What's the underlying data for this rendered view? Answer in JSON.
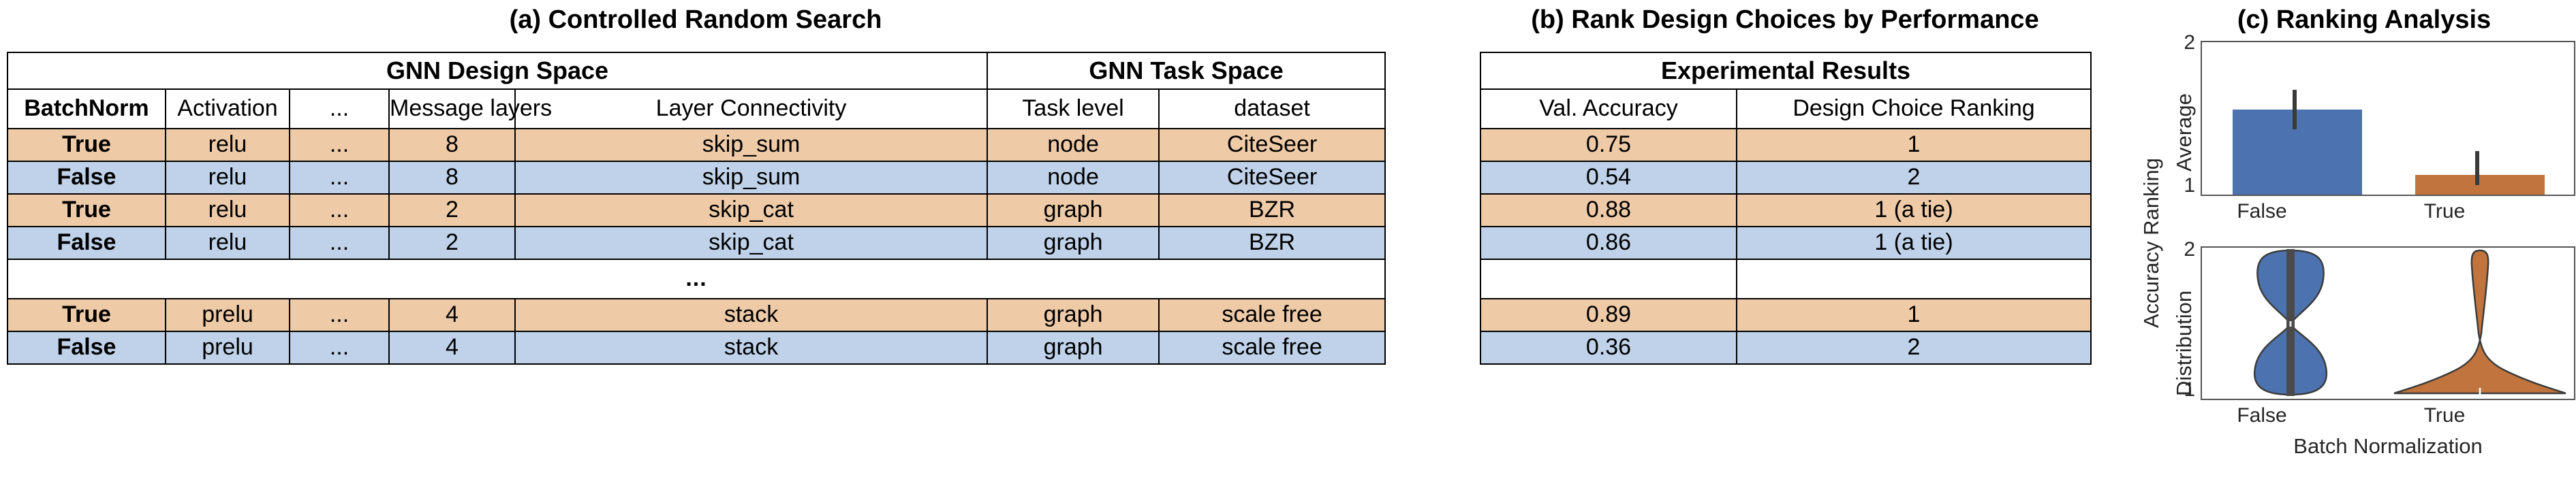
{
  "panels": {
    "a": {
      "title": "(a) Controlled Random Search",
      "group_headers": [
        {
          "label": "GNN Design Space",
          "span": 5
        },
        {
          "label": "GNN Task Space",
          "span": 2
        }
      ],
      "columns": [
        "BatchNorm",
        "Activation",
        "...",
        "Message layers",
        "Layer Connectivity",
        "Task level",
        "dataset"
      ],
      "ellipsis": "...",
      "rows": [
        {
          "style": "orange",
          "cells": [
            "True",
            "relu",
            "...",
            "8",
            "skip_sum",
            "node",
            "CiteSeer"
          ]
        },
        {
          "style": "blue",
          "cells": [
            "False",
            "relu",
            "...",
            "8",
            "skip_sum",
            "node",
            "CiteSeer"
          ]
        },
        {
          "style": "orange",
          "cells": [
            "True",
            "relu",
            "...",
            "2",
            "skip_cat",
            "graph",
            "BZR"
          ]
        },
        {
          "style": "blue",
          "cells": [
            "False",
            "relu",
            "...",
            "2",
            "skip_cat",
            "graph",
            "BZR"
          ]
        },
        {
          "style": "ellipsis",
          "cells": [
            "..."
          ]
        },
        {
          "style": "orange",
          "cells": [
            "True",
            "prelu",
            "...",
            "4",
            "stack",
            "graph",
            "scale free"
          ]
        },
        {
          "style": "blue",
          "cells": [
            "False",
            "prelu",
            "...",
            "4",
            "stack",
            "graph",
            "scale free"
          ]
        }
      ]
    },
    "b": {
      "title": "(b) Rank Design Choices by Performance",
      "group_header": "Experimental Results",
      "columns": [
        "Val. Accuracy",
        "Design Choice Ranking"
      ],
      "rows": [
        {
          "style": "orange",
          "cells": [
            "0.75",
            "1"
          ]
        },
        {
          "style": "blue",
          "cells": [
            "0.54",
            "2"
          ]
        },
        {
          "style": "orange",
          "cells": [
            "0.88",
            "1 (a tie)"
          ]
        },
        {
          "style": "blue",
          "cells": [
            "0.86",
            "1 (a tie)"
          ]
        },
        {
          "style": "empty",
          "cells": [
            "",
            ""
          ]
        },
        {
          "style": "orange",
          "cells": [
            "0.89",
            "1"
          ]
        },
        {
          "style": "blue",
          "cells": [
            "0.36",
            "2"
          ]
        }
      ]
    },
    "c": {
      "title": "(c) Ranking Analysis"
    }
  },
  "chart_data": [
    {
      "type": "bar",
      "id": "ranking-average",
      "title": "",
      "ylabel": "Ranking Average",
      "xlabel": "",
      "categories": [
        "False",
        "True"
      ],
      "values": [
        1.55,
        1.13
      ],
      "errors": [
        0.12,
        0.08
      ],
      "ylim": [
        1,
        2
      ],
      "yticks": [
        1,
        2
      ],
      "ytick_labels": [
        "1",
        "2"
      ],
      "grid": false,
      "legend": "none",
      "colors": [
        "#4c72b0",
        "#c1743d"
      ]
    },
    {
      "type": "violin",
      "id": "ranking-distribution",
      "title": "",
      "ylabel": "Accuracy Ranking Distribution",
      "xlabel": "Batch Normalization",
      "categories": [
        "False",
        "True"
      ],
      "ylim": [
        1,
        2
      ],
      "yticks": [
        1,
        2
      ],
      "ytick_labels": [
        "1",
        "2"
      ],
      "grid": false,
      "legend": "none",
      "colors": [
        "#4c72b0",
        "#c1743d"
      ],
      "series": [
        {
          "name": "False",
          "median": 1.5,
          "density_shape": "hourglass",
          "modes": [
            1.0,
            2.0
          ]
        },
        {
          "name": "True",
          "median": 1.1,
          "density_shape": "bottom-heavy",
          "modes": [
            1.0
          ]
        }
      ]
    }
  ],
  "axis_labels": {
    "c_ylabel_line1": "Accuracy Ranking",
    "c_ylabel_top": "Average",
    "c_ylabel_bottom": "Distribution",
    "c_xlabel": "Batch Normalization",
    "tick_1": "1",
    "tick_2": "2",
    "cat_false": "False",
    "cat_true": "True"
  },
  "colors": {
    "row_orange": "#eecaa7",
    "row_blue": "#bfd2e9",
    "bar_blue": "#4c72b0",
    "bar_orange": "#c1743d",
    "border": "#000000"
  }
}
